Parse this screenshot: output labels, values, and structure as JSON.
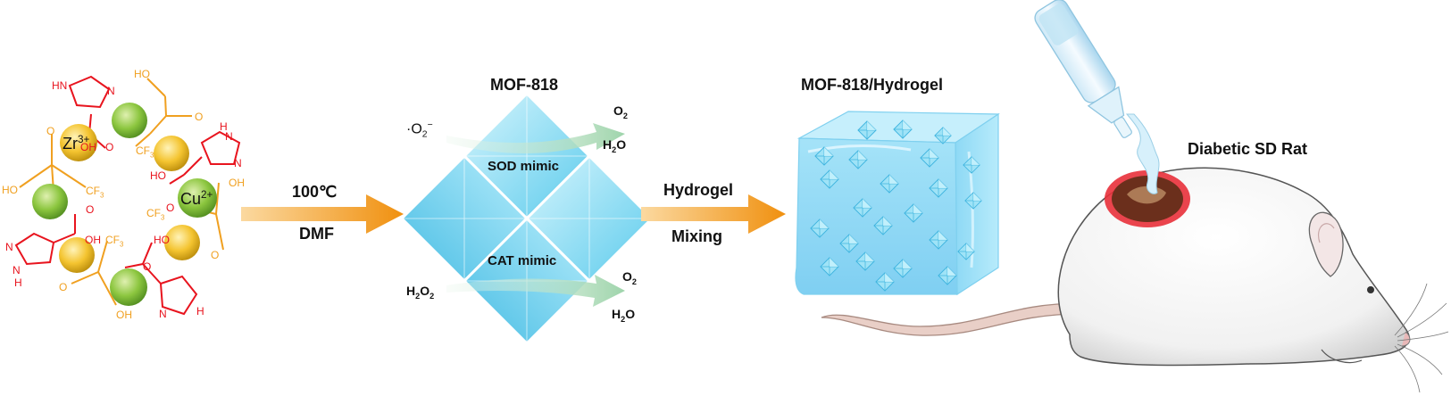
{
  "ligand": {
    "pyrazole_nh": "HN",
    "pyrazole_n": "N",
    "pyrazole_h": "H",
    "o": "O",
    "oh": "OH",
    "ho": "HO",
    "cf3": "CF",
    "cf3_sub": "3",
    "zr": "Zr",
    "zr_sup": "3+",
    "cu": "Cu",
    "cu_sup": "2+"
  },
  "step1": {
    "top": "100℃",
    "bottom": "DMF"
  },
  "mof": {
    "title": "MOF-818",
    "sod_label": "SOD mimic",
    "cat_label": "CAT mimic",
    "superoxide": "·O",
    "superoxide_sub": "2",
    "superoxide_sup": "−",
    "h2o2_in": "H",
    "h2o2_sub1": "2",
    "h2o2_mid": "O",
    "h2o2_sub2": "2",
    "o2": "O",
    "o2_sub": "2",
    "h2o_h": "H",
    "h2o_sub": "2",
    "h2o_o": "O"
  },
  "step2": {
    "top": "Hydrogel",
    "bottom": "Mixing"
  },
  "hydrogel": {
    "title": "MOF-818/Hydrogel"
  },
  "rat": {
    "title": "Diabetic SD Rat"
  },
  "colors": {
    "ligand_red": "#e8141e",
    "ligand_orange": "#f0a020",
    "sphere_green": "#8cc63f",
    "sphere_yellow": "#f4c430",
    "arrow_orange": "#f39a1a",
    "crystal_blue": "#7fd8f2",
    "reaction_arrow_green": "#a9d8b6",
    "wound_red": "#e8303a",
    "wound_brown": "#6b2f1c"
  }
}
